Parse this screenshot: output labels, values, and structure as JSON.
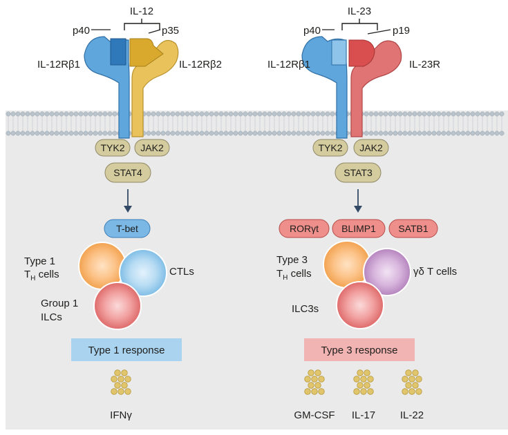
{
  "left": {
    "cytokine": "IL-12",
    "subunit_a": "p40",
    "subunit_b": "p35",
    "receptor_a": "IL-12Rβ1",
    "receptor_b": "IL-12Rβ2",
    "kinase_a": "TYK2",
    "kinase_b": "JAK2",
    "stat": "STAT4",
    "transcription_factors": [
      "T-bet"
    ],
    "cells": [
      {
        "line1": "Type 1",
        "line2_prefix": "T",
        "line2_sub": "H",
        "line2_suffix": " cells"
      },
      {
        "line1": "CTLs"
      },
      {
        "line1": "Group 1",
        "line2": "ILCs"
      }
    ],
    "response": "Type 1 response",
    "outputs": [
      "IFNγ"
    ]
  },
  "right": {
    "cytokine": "IL-23",
    "subunit_a": "p40",
    "subunit_b": "p19",
    "receptor_a": "IL-12Rβ1",
    "receptor_b": "IL-23R",
    "kinase_a": "TYK2",
    "kinase_b": "JAK2",
    "stat": "STAT3",
    "transcription_factors": [
      "RORγt",
      "BLIMP1",
      "SATB1"
    ],
    "cells": [
      {
        "line1": "Type 3",
        "line2_prefix": "T",
        "line2_sub": "H",
        "line2_suffix": " cells"
      },
      {
        "line1": "γδ T cells"
      },
      {
        "line1": "ILC3s"
      }
    ],
    "response": "Type 3 response",
    "outputs": [
      "GM-CSF",
      "IL-17",
      "IL-22"
    ]
  },
  "colors": {
    "blue_receptor": "#5fa6dc",
    "blue_dark": "#2f78ba",
    "yellow_receptor": "#e9c25c",
    "red_receptor": "#e07474",
    "kinase_fill": "#d4cc9e",
    "tbet_fill": "#7cb8e6",
    "tf_red_fill": "#ef8f8b",
    "response_blue": "#a9d3ef",
    "response_red": "#f2b4b2",
    "cytoplasm": "#eaeaea",
    "membrane_head": "#b9c3cc",
    "cytokine_dot": "#e0c56c"
  }
}
